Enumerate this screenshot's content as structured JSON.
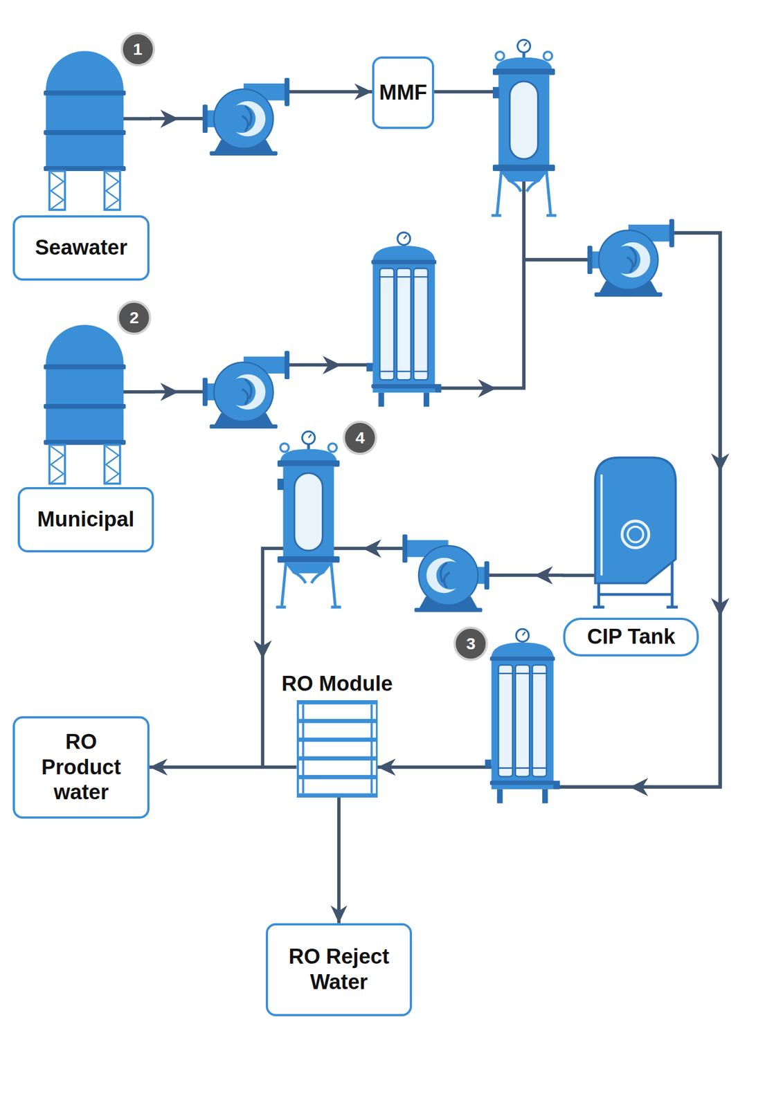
{
  "diagram": {
    "nodes": [
      {
        "text": [
          "Seawater"
        ]
      },
      {
        "text": [
          "MMF"
        ]
      },
      {
        "text": [
          "Municipal"
        ]
      },
      {
        "text": [
          "CIP Tank"
        ]
      },
      {
        "text": [
          "RO Module"
        ]
      },
      {
        "text": [
          "RO Product water"
        ]
      },
      {
        "text": [
          "RO Reject Water"
        ]
      }
    ],
    "edges": [
      {
        "from": 0,
        "to": 1,
        "arrow": "to"
      },
      {
        "from": 1,
        "to": 4,
        "arrow": "to"
      },
      {
        "from": 2,
        "to": 4,
        "arrow": "to"
      },
      {
        "from": 3,
        "to": 5,
        "arrow": "to"
      },
      {
        "from": 4,
        "to": 5,
        "arrow": "to"
      },
      {
        "from": 4,
        "to": 6,
        "arrow": "to"
      }
    ],
    "labels": [
      "1",
      "2",
      "4",
      "3"
    ]
  }
}
